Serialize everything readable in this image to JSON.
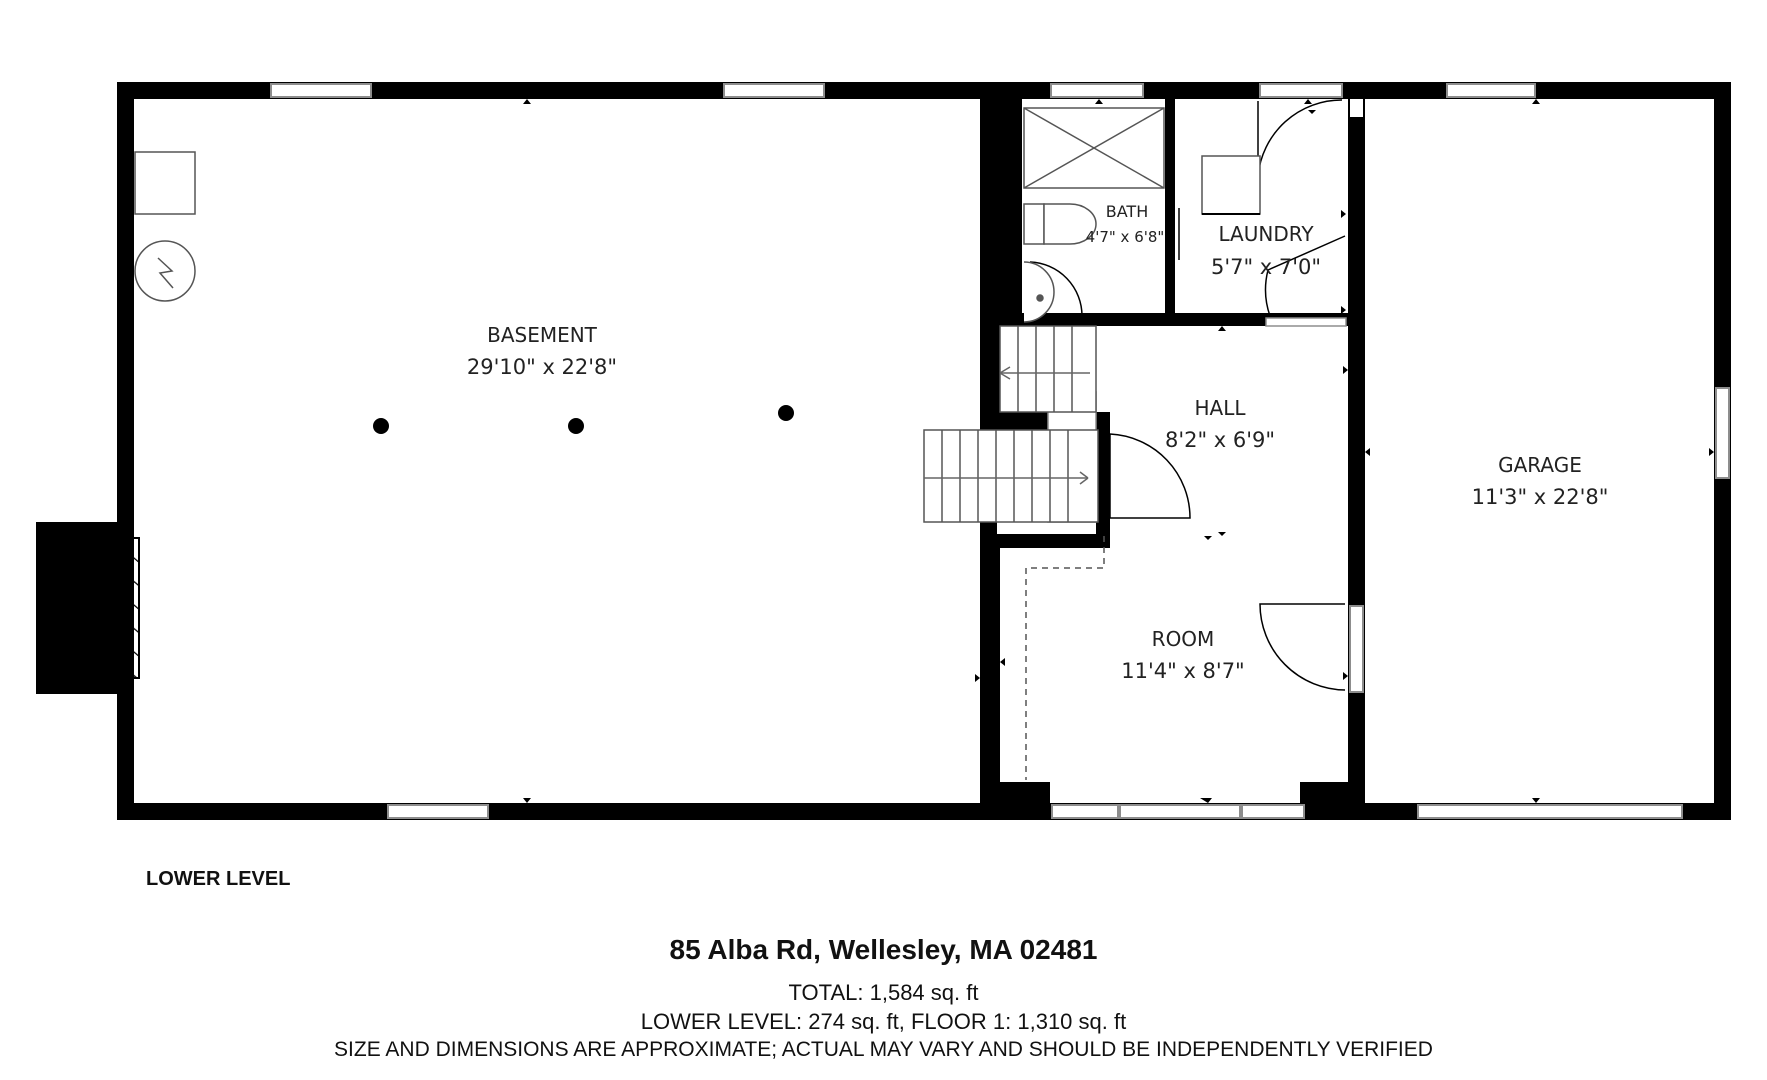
{
  "rooms": {
    "basement": {
      "name": "BASEMENT",
      "dims": "29'10\" x 22'8\""
    },
    "bath": {
      "name": "BATH",
      "dims": "4'7\" x 6'8\""
    },
    "laundry": {
      "name": "LAUNDRY",
      "dims": "5'7\" x 7'0\""
    },
    "hall": {
      "name": "HALL",
      "dims": "8'2\" x 6'9\""
    },
    "garage": {
      "name": "GARAGE",
      "dims": "11'3\" x 22'8\""
    },
    "room": {
      "name": "ROOM",
      "dims": "11'4\" x 8'7\""
    }
  },
  "level_label": "LOWER LEVEL",
  "footer": {
    "address": "85 Alba Rd, Wellesley, MA 02481",
    "total": "TOTAL: 1,584 sq. ft",
    "levels": "LOWER LEVEL:  274 sq. ft, FLOOR 1: 1,310 sq. ft",
    "disclaimer": "SIZE AND DIMENSIONS ARE APPROXIMATE; ACTUAL MAY VARY AND SHOULD BE INDEPENDENTLY VERIFIED"
  },
  "colors": {
    "wall": "#000000",
    "background": "#ffffff",
    "window": "#9a9a9a"
  }
}
